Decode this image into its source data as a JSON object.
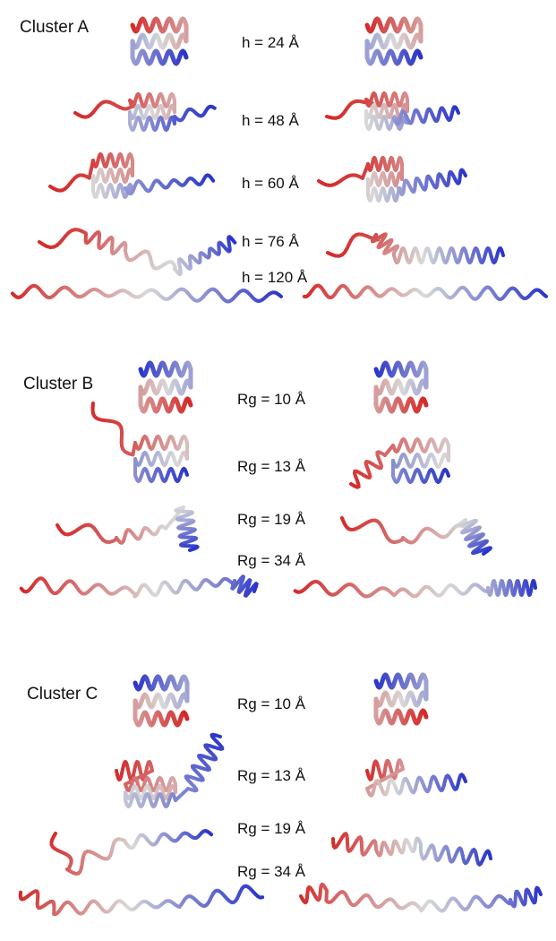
{
  "clusters": [
    {
      "title": "Cluster A",
      "labels": [
        "h = 24 Å",
        "h = 48 Å",
        "h = 60 Å",
        "h = 76 Å",
        "h = 120 Å"
      ]
    },
    {
      "title": "Cluster B",
      "labels": [
        "Rg = 10 Å",
        "Rg = 13 Å",
        "Rg = 19 Å",
        "Rg = 34 Å"
      ]
    },
    {
      "title": "Cluster C",
      "labels": [
        "Rg = 10 Å",
        "Rg = 13 Å",
        "Rg = 19 Å",
        "Rg = 34 Å"
      ]
    }
  ],
  "colors": {
    "n_terminus": "#d42a2a",
    "middle": "#d8d8d8",
    "c_terminus": "#2b36c9"
  }
}
